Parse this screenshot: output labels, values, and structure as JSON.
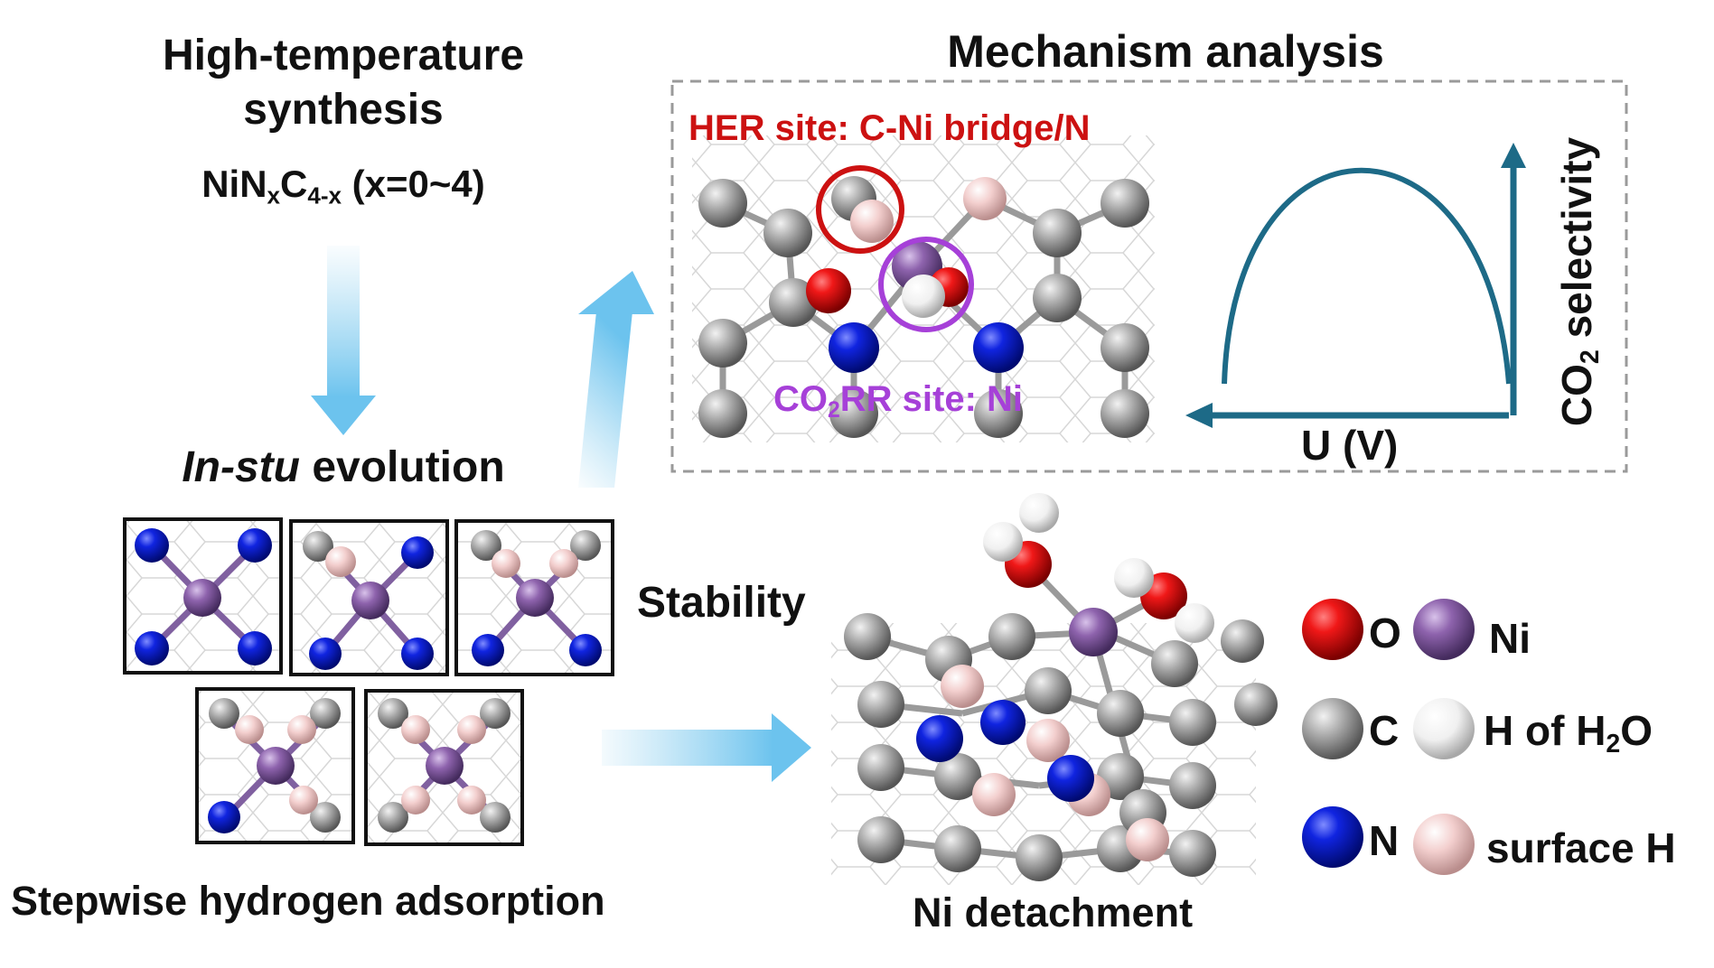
{
  "synthesis": {
    "line1": "High-temperature",
    "line2": "synthesis",
    "formula": {
      "a": "NiN",
      "b": "x",
      "c": "C",
      "d": "4-x",
      "e": " (x=0~4)"
    }
  },
  "evolution": {
    "italic": "In-stu",
    "rest": " evolution"
  },
  "adsorption_caption": "Stepwise hydrogen adsorption",
  "mechanism": {
    "title": "Mechanism analysis",
    "her_site": "HER site: C-Ni bridge/N",
    "co2rr_site": {
      "a": "CO",
      "b": "2",
      "c": "RR site: Ni"
    },
    "x_axis": "U (V)",
    "y_axis": {
      "a": "CO",
      "b": "2",
      "c": " selectivity"
    }
  },
  "stability_label": "Stability",
  "detachment_caption": "Ni detachment",
  "legend": {
    "o": "O",
    "ni": "Ni",
    "c": "C",
    "h2o": {
      "a": "H of H",
      "b": "2",
      "c": "O"
    },
    "n": "N",
    "surface_h": "surface H"
  },
  "colors": {
    "O": "#e8101a",
    "Ni": "#8e63ad",
    "C": "#a9a9a9",
    "H_H2O": "#f2f2f2",
    "N": "#0d1fd6",
    "surface_H": "#f2cccb",
    "her_red": "#cc1111",
    "co2rr_purple": "#a640d8",
    "curve": "#1d6a87",
    "arrow_blue": "#8fd0ef"
  }
}
